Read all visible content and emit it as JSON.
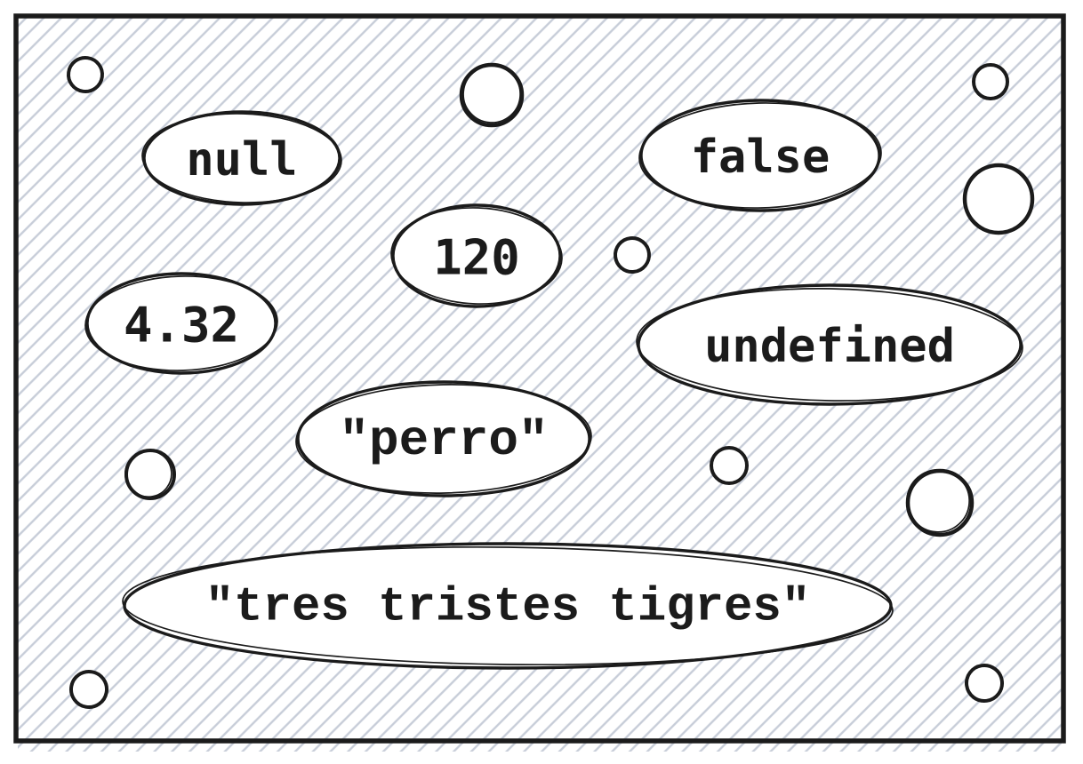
{
  "colors": {
    "ink": "#1b1b1b",
    "hatch": "#c7cdd8",
    "shape-fill": "#ffffff"
  },
  "frame": {
    "shape": "rectangle",
    "fill_style": "hachure"
  },
  "values": [
    {
      "label": "null"
    },
    {
      "label": "false"
    },
    {
      "label": "120"
    },
    {
      "label": "4.32"
    },
    {
      "label": "undefined"
    },
    {
      "label": "\"perro\""
    },
    {
      "label": "\"tres tristes tigres\""
    }
  ],
  "decor": {
    "small_bubble_count": 10
  }
}
